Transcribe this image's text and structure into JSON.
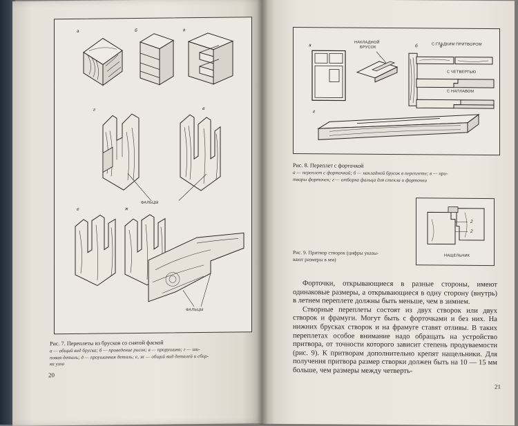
{
  "left_page": {
    "fig7": {
      "labels": {
        "a": "а",
        "b": "б",
        "v": "в",
        "g": "г",
        "v2": "в",
        "e": "е",
        "zh": "ж"
      },
      "callout_rebates_top": "ФАЛЬЦЫ",
      "callout_rebates_bottom": "ФАЛЬЦЫ",
      "caption_title": "Рис. 7. Переплеты из брусков со снятой фаской",
      "caption_lines": [
        "а — общий вид бруска; б — проведение рисок; в — прорушина; г — ши-",
        "повая деталь; д — проушинная деталь; е, ж — общий вид деталей и сбор-",
        "ка узла"
      ]
    },
    "page_number": "20"
  },
  "right_page": {
    "fig8": {
      "label_a": "а",
      "label_b": "б",
      "label_v": "в",
      "label_g": "г",
      "overlay_bar_label": [
        "НАКЛАДНОЙ",
        "БРУСОК"
      ],
      "rebate_labels": [
        "С ГЛАДКИМ ПРИТВОРОМ",
        "С ЧЕТВЕРТЬЮ",
        "С НАПЛАВОМ"
      ],
      "caption_title": "Рис. 8. Переплет с форточкой",
      "caption_lines": [
        "а — переплет с форточкой; б — накладной брусок в переплете; в — при-",
        "творы форточек; г — отборка фальца для стекла и форточки"
      ]
    },
    "fig9": {
      "dimension_labels": [
        "2",
        "2"
      ],
      "callout": "НАЩЕЛЬНИК",
      "caption_lines": [
        "Рис. 9. Притвор створок (цифры указы-",
        "вают размеры в мм)"
      ]
    },
    "paragraphs": [
      "Форточки, открывающиеся в разные стороны, имеют одинаковые размеры, а открывающиеся в одну сторону (внутрь) в летнем переплете должны быть меньше, чем в зимнем.",
      "Створные переплеты состоят из двух створок или двух створок и фрамуги. Могут быть с форточками и без них. На нижних брусках створок и на фрамуге ставят отливы. В таких переплетах особое внимание надо обращать на устройство притвора, от точности которого зависит степень продуваемости (рис. 9). К притворам дополнительно крепят нащельники. Для получения притвора размер створки должен быть на 10 — 15 мм больше, чем размеры между четверть-"
    ],
    "page_number": "21"
  }
}
